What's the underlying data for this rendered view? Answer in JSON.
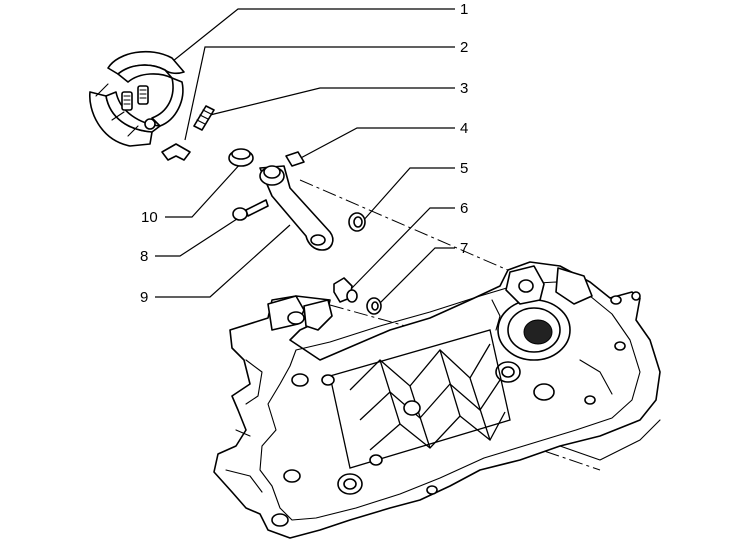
{
  "callouts": [
    {
      "id": "1",
      "label": "1"
    },
    {
      "id": "2",
      "label": "2"
    },
    {
      "id": "3",
      "label": "3"
    },
    {
      "id": "4",
      "label": "4"
    },
    {
      "id": "5",
      "label": "5"
    },
    {
      "id": "6",
      "label": "6"
    },
    {
      "id": "7",
      "label": "7"
    },
    {
      "id": "8",
      "label": "8"
    },
    {
      "id": "9",
      "label": "9"
    },
    {
      "id": "10",
      "label": "10"
    }
  ],
  "colors": {
    "line": "#000000",
    "background": "#ffffff"
  }
}
